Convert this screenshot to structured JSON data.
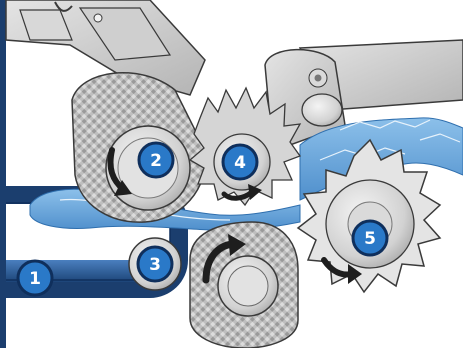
{
  "badges": {
    "b1": "1",
    "b2": "2",
    "b3": "3",
    "b4": "4",
    "b5": "5"
  },
  "colors": {
    "navy": "#1b3e6e",
    "belt_dark": "#163560",
    "belt_light": "#3f73b4",
    "badge_fill": "#2a79c8",
    "badge_ring": "#0f2f5c",
    "material_blue": "#6aa8df",
    "metal_light": "#e6e6e6",
    "metal_mid": "#c6c6c6",
    "metal_dark": "#8f8f8f",
    "outline": "#3a3a3a",
    "arrow": "#1e1e1e"
  }
}
